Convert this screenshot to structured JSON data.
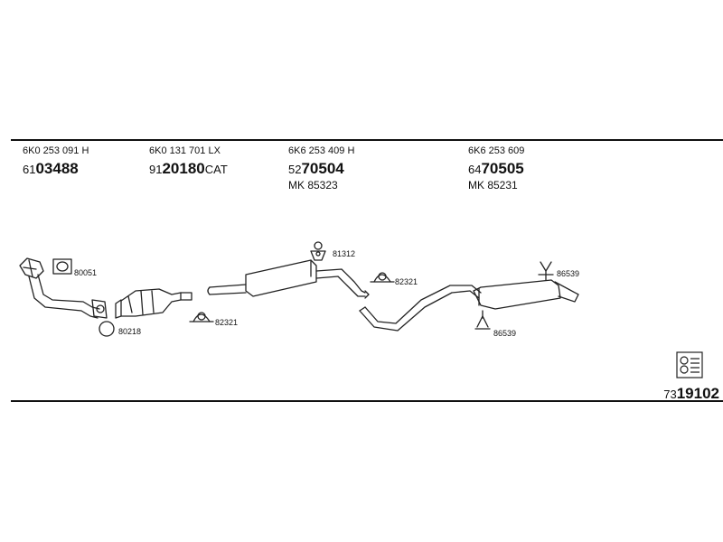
{
  "headers": [
    {
      "oem": "6K0 253 091 H",
      "part_prefix": "61",
      "part_main": "03488",
      "part_suffix": "",
      "mk": ""
    },
    {
      "oem": "6K0 131 701 LX",
      "part_prefix": "91",
      "part_main": "20180",
      "part_suffix": "CAT",
      "mk": ""
    },
    {
      "oem": "6K6 253 409 H",
      "part_prefix": "52",
      "part_main": "70504",
      "part_suffix": "",
      "mk": "MK  85323"
    },
    {
      "oem": "6K6 253 609",
      "part_prefix": "64",
      "part_main": "70505",
      "part_suffix": "",
      "mk": "MK  85231"
    }
  ],
  "labels": {
    "gasket_80051": "80051",
    "ring_80218": "80218",
    "clamp_82321_a": "82321",
    "hanger_81312": "81312",
    "clamp_82321_b": "82321",
    "hanger_86539_a": "86539",
    "hanger_86539_b": "86539"
  },
  "diagram_code": {
    "prefix": "73",
    "main": "19102"
  }
}
